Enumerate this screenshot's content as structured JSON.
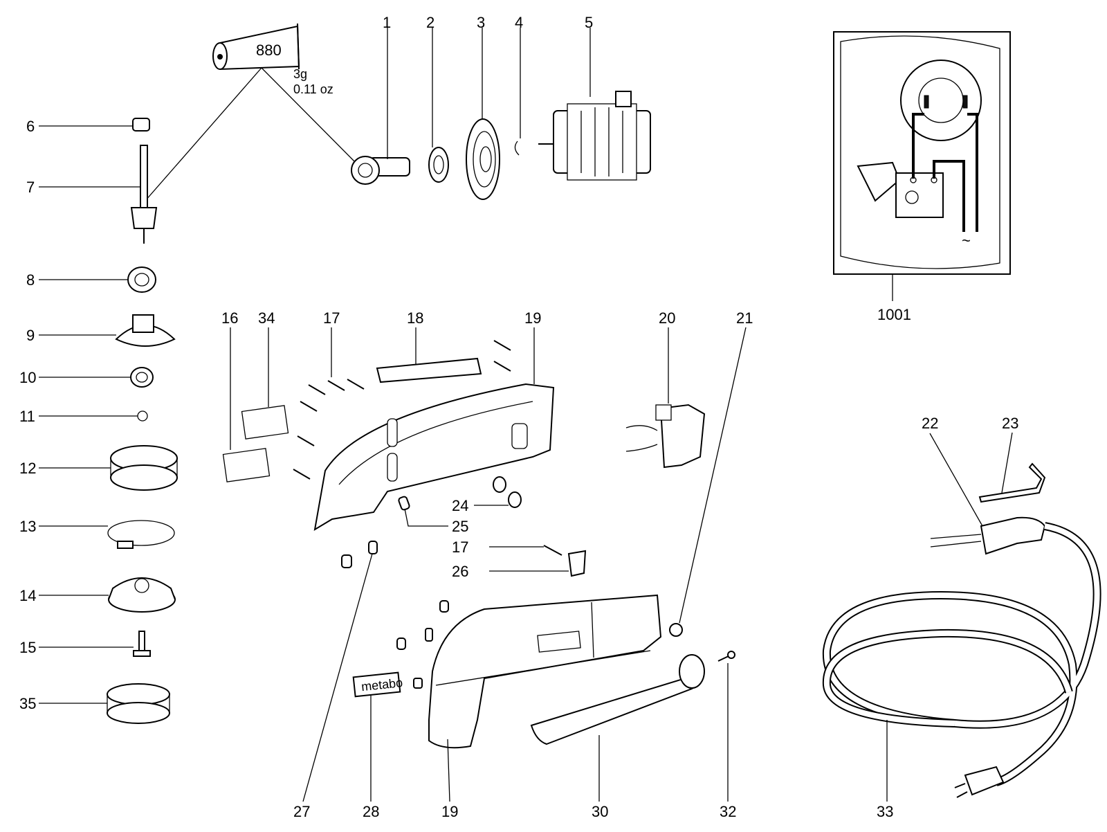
{
  "diagram": {
    "callouts": {
      "c1": "1",
      "c2": "2",
      "c3": "3",
      "c4": "4",
      "c5": "5",
      "c6": "6",
      "c7": "7",
      "c8": "8",
      "c9": "9",
      "c10": "10",
      "c11": "11",
      "c12": "12",
      "c13": "13",
      "c14": "14",
      "c15": "15",
      "c16": "16",
      "c17a": "17",
      "c17b": "17",
      "c18": "18",
      "c19a": "19",
      "c19b": "19",
      "c20": "20",
      "c21": "21",
      "c22": "22",
      "c23": "23",
      "c24": "24",
      "c25": "25",
      "c26": "26",
      "c27": "27",
      "c28": "28",
      "c30": "30",
      "c32": "32",
      "c33": "33",
      "c34": "34",
      "c35": "35",
      "c1001": "1001"
    },
    "grease_tube": {
      "code": "880",
      "amount_g": "3g",
      "amount_oz": "0.11 oz"
    },
    "brand_plate": "metabo",
    "inset_symbol": "~"
  }
}
